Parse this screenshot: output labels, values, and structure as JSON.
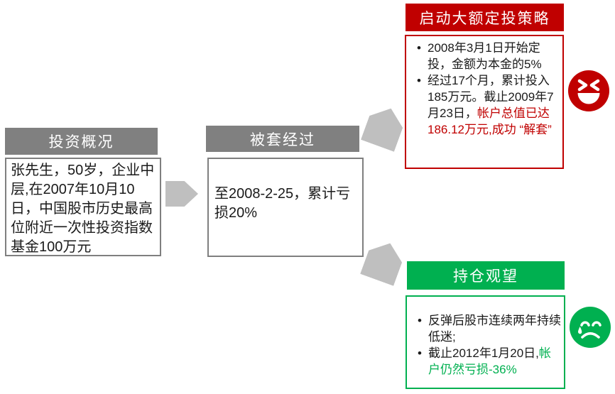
{
  "boxes": {
    "overview": {
      "title": "投资概况",
      "body": "张先生，50岁，企业中层,在2007年10月10日，中国股市历史最高位附近一次性投资指数基金100万元"
    },
    "trapped": {
      "title": "被套经过",
      "body": "至2008-2-25，累计亏损20%"
    },
    "strategy": {
      "title": "启动大额定投策略",
      "bullets": [
        {
          "text": "2008年3月1日开始定投，金额为本金的5%",
          "highlight": ""
        },
        {
          "text": "经过17个月，累计投入185万元。截止2009年7月23日，",
          "highlight": "帐户总值已达186.12万元,成功 “解套”"
        }
      ]
    },
    "hold": {
      "title": "持仓观望",
      "bullets": [
        {
          "text": "反弹后股市连续两年持续低迷;",
          "highlight": ""
        },
        {
          "text": "截止2012年1月20日,",
          "highlight": "帐户仍然亏损-36%"
        }
      ]
    }
  },
  "bullet_char": "•",
  "icons": {
    "laughing_face": "laughing-face-icon",
    "crying_face": "crying-sad-face-icon",
    "arrow_right": "right-arrow-icon",
    "arrow_pentagon": "pentagon-arrow-icon"
  },
  "colors": {
    "header_gray": "#808080",
    "accent_red": "#C00000",
    "accent_green": "#00B050",
    "arrow_gray": "#BFBFBF",
    "body_text": "#1a1a1a"
  }
}
